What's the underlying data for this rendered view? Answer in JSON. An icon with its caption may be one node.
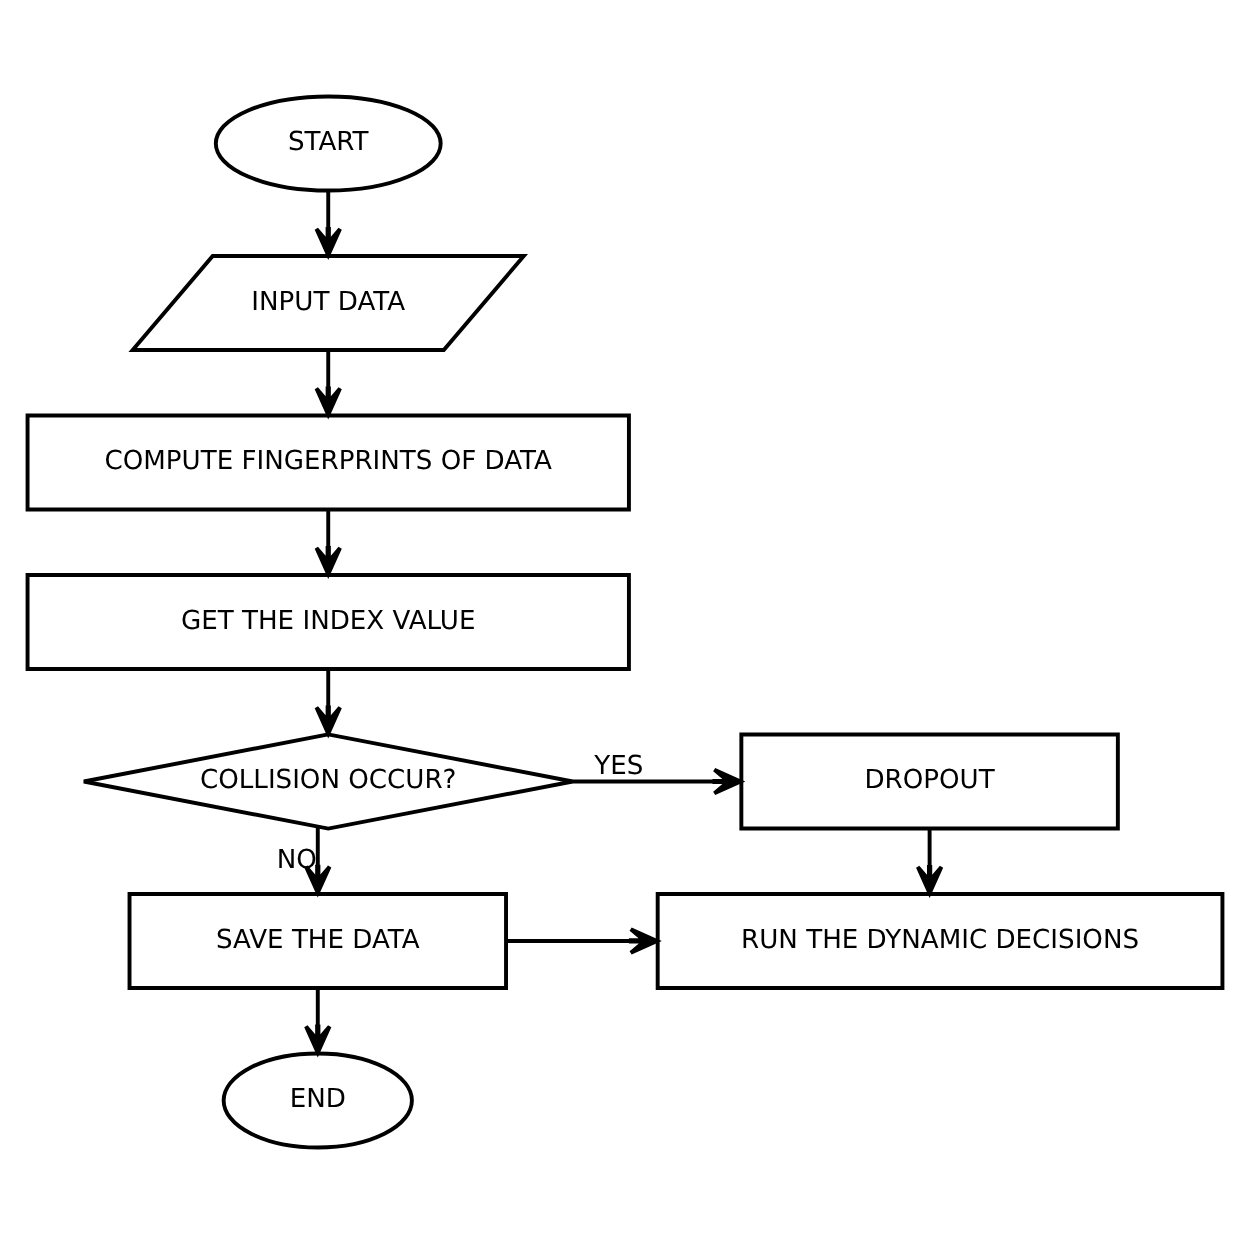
{
  "diagram": {
    "nodes": [
      {
        "text": [
          "START"
        ]
      },
      {
        "text": [
          "INPUT DATA"
        ]
      },
      {
        "text": [
          "COMPUTE FINGERPRINTS OF DATA"
        ]
      },
      {
        "text": [
          "GET THE INDEX VALUE"
        ]
      },
      {
        "text": [
          "COLLISION OCCUR?"
        ]
      },
      {
        "text": [
          "DROPOUT"
        ]
      },
      {
        "text": [
          "SAVE THE DATA"
        ]
      },
      {
        "text": [
          "RUN THE DYNAMIC DECISIONS"
        ]
      },
      {
        "text": [
          "END"
        ]
      }
    ],
    "edges": [
      {
        "from": 0,
        "to": 1,
        "arrow": "to"
      },
      {
        "from": 1,
        "to": 2,
        "arrow": "to"
      },
      {
        "from": 2,
        "to": 3,
        "arrow": "to"
      },
      {
        "from": 3,
        "to": 4,
        "arrow": "to"
      },
      {
        "from": 4,
        "to": 5,
        "arrow": "to",
        "label": "YES"
      },
      {
        "from": 4,
        "to": 6,
        "arrow": "to",
        "label": "NO"
      },
      {
        "from": 5,
        "to": 7,
        "arrow": "to"
      },
      {
        "from": 6,
        "to": 7,
        "arrow": "to"
      },
      {
        "from": 6,
        "to": 8,
        "arrow": "to"
      }
    ]
  }
}
